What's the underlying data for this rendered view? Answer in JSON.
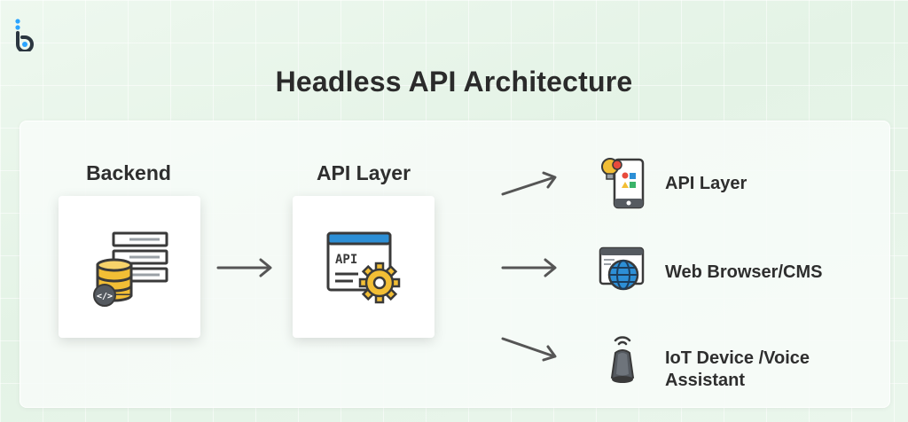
{
  "title": "Headless API Architecture",
  "nodes": {
    "backend": {
      "label": "Backend",
      "icon": "server-database-icon"
    },
    "api_layer": {
      "label": "API Layer",
      "icon": "api-gear-icon"
    }
  },
  "outputs": [
    {
      "label": "API Layer",
      "icon": "mobile-app-icon"
    },
    {
      "label": "Web Browser/CMS",
      "icon": "web-browser-globe-icon"
    },
    {
      "label_line1": "IoT Device /Voice",
      "label_line2": "Assistant",
      "icon": "smart-speaker-icon"
    }
  ],
  "colors": {
    "accent_blue": "#2d8fd6",
    "gold": "#f2be35",
    "text": "#2e2e2e"
  }
}
